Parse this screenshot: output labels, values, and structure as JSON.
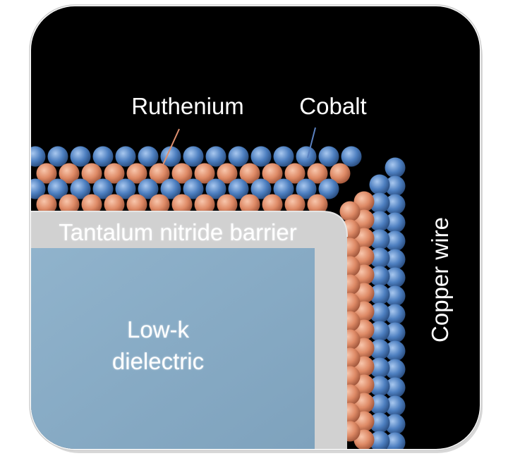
{
  "labels": {
    "ruthenium": "Ruthenium",
    "cobalt": "Cobalt",
    "barrier": "Tantalum nitride barrier",
    "dielectric_line1": "Low-k",
    "dielectric_line2": "dielectric",
    "copper": "Copper wire"
  },
  "colors": {
    "background": "#000000",
    "frame": "#ffffff",
    "cobalt_atom": "#4d7fc0",
    "ruthenium_atom": "#de8a66",
    "barrier": "#d1d1d1",
    "dielectric": "#86aac4",
    "ruthenium_leader": "#e09070",
    "cobalt_leader": "#5a80c0"
  }
}
